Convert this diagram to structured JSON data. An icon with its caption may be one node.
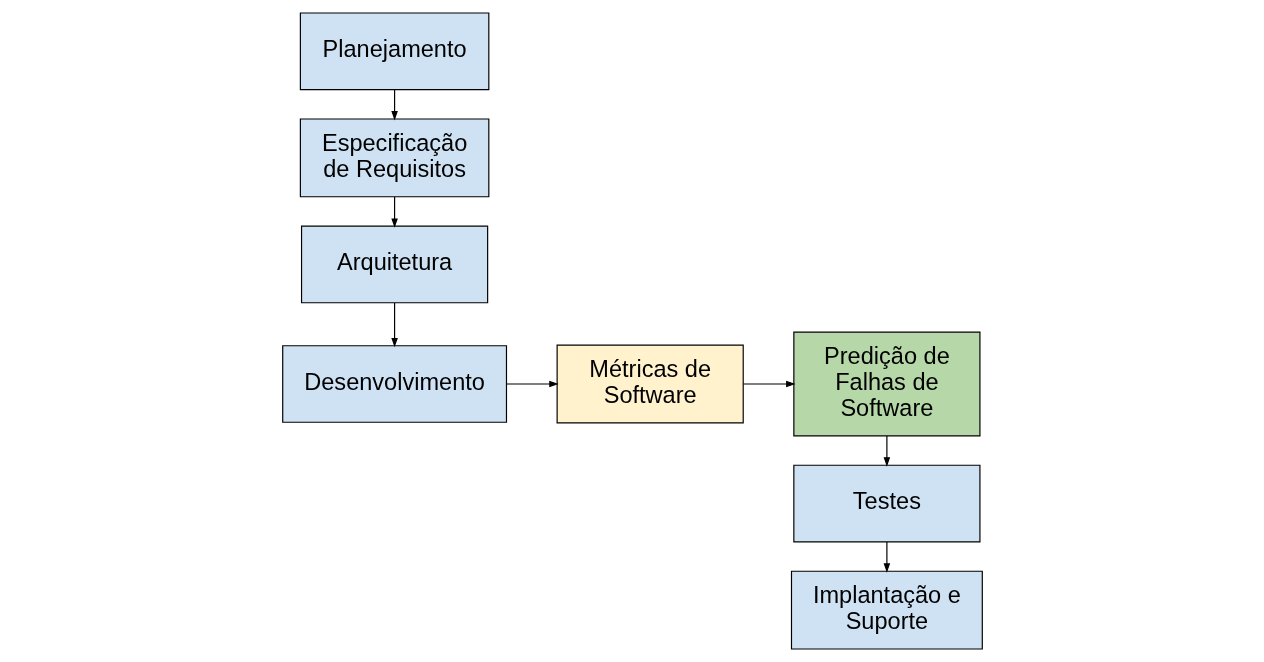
{
  "diagram": {
    "nodes": [
      {
        "text": [
          "Planejamento"
        ]
      },
      {
        "text": [
          "Especificação de Requisitos"
        ]
      },
      {
        "text": [
          "Arquitetura"
        ]
      },
      {
        "text": [
          "Desenvolvimento"
        ]
      },
      {
        "text": [
          "Métricas de Software"
        ]
      },
      {
        "text": [
          "Predição de Falhas de Software"
        ]
      },
      {
        "text": [
          "Testes"
        ]
      },
      {
        "text": [
          "Implantação e Suporte"
        ]
      }
    ],
    "edges": [
      {
        "from": 0,
        "to": 1,
        "arrow": "to"
      },
      {
        "from": 1,
        "to": 2,
        "arrow": "to"
      },
      {
        "from": 2,
        "to": 3,
        "arrow": "to"
      },
      {
        "from": 3,
        "to": 4,
        "arrow": "to"
      },
      {
        "from": 4,
        "to": 5,
        "arrow": "to"
      },
      {
        "from": 5,
        "to": 6,
        "arrow": "to"
      },
      {
        "from": 6,
        "to": 7,
        "arrow": "to"
      }
    ]
  }
}
